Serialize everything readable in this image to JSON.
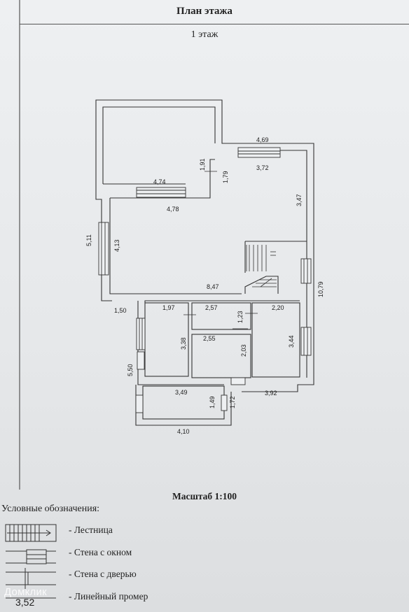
{
  "header": {
    "title": "План этажа",
    "floor": "1 этаж"
  },
  "dimensions": {
    "d469": "4,69",
    "d191": "1,91",
    "d179": "1,79",
    "d372": "3,72",
    "d474": "4,74",
    "d478": "4,78",
    "d347": "3,47",
    "d511": "5,11",
    "d413": "4,13",
    "d1079": "10,79",
    "d847": "8,47",
    "d150": "1,50",
    "d197": "1,97",
    "d257": "2,57",
    "d123": "1,23",
    "d220": "2,20",
    "d338": "3,38",
    "d255": "2,55",
    "d203": "2,03",
    "d344": "3,44",
    "d550": "5,50",
    "d392": "3,92",
    "d349": "3,49",
    "d149": "1,49",
    "d172": "1,72",
    "d410": "4,10"
  },
  "scale": "Масштаб 1:100",
  "legend": {
    "title": "Условные обозначения:",
    "stairs": "- Лестница",
    "wall_window": "- Стена с окном",
    "wall_door": "- Стена с дверью",
    "linear": "- Линейный промер",
    "linear_sample": "3,52"
  },
  "watermark": "Домклик"
}
